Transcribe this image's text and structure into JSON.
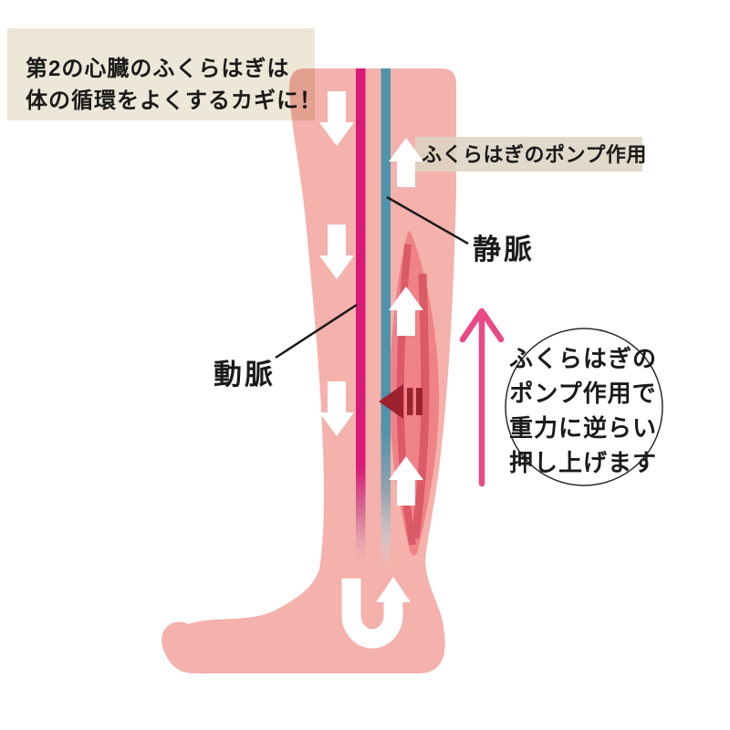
{
  "title_box": {
    "line1": "第2の心臓のふくらはぎは",
    "line2": "体の循環をよくするカギに！"
  },
  "labels": {
    "pump_action": "ふくらはぎのポンプ作用",
    "vein": "静脈",
    "artery": "動脈"
  },
  "note_circle": {
    "lines": [
      "ふくらはぎの",
      "ポンプ作用で",
      "重力に逆らい",
      "押し上げます"
    ]
  },
  "icons": [
    "down-arrow-icon",
    "up-arrow-icon",
    "u-turn-arrow-icon",
    "squeeze-arrow-icon",
    "upward-flow-arrow-icon"
  ],
  "colors": {
    "leg": "#f5b1ab",
    "title_bg": "#ece7d7",
    "pump_label_bg": "#dcd4c2",
    "artery": "#d81b78",
    "vein": "#4f93ad",
    "muscle": "#ee8287",
    "muscle_fiber": "#db5a68",
    "squeeze_arrow": "#9e2130",
    "flow_arrow": "#ea4886",
    "ink": "#1a1a1a",
    "white": "#ffffff"
  }
}
